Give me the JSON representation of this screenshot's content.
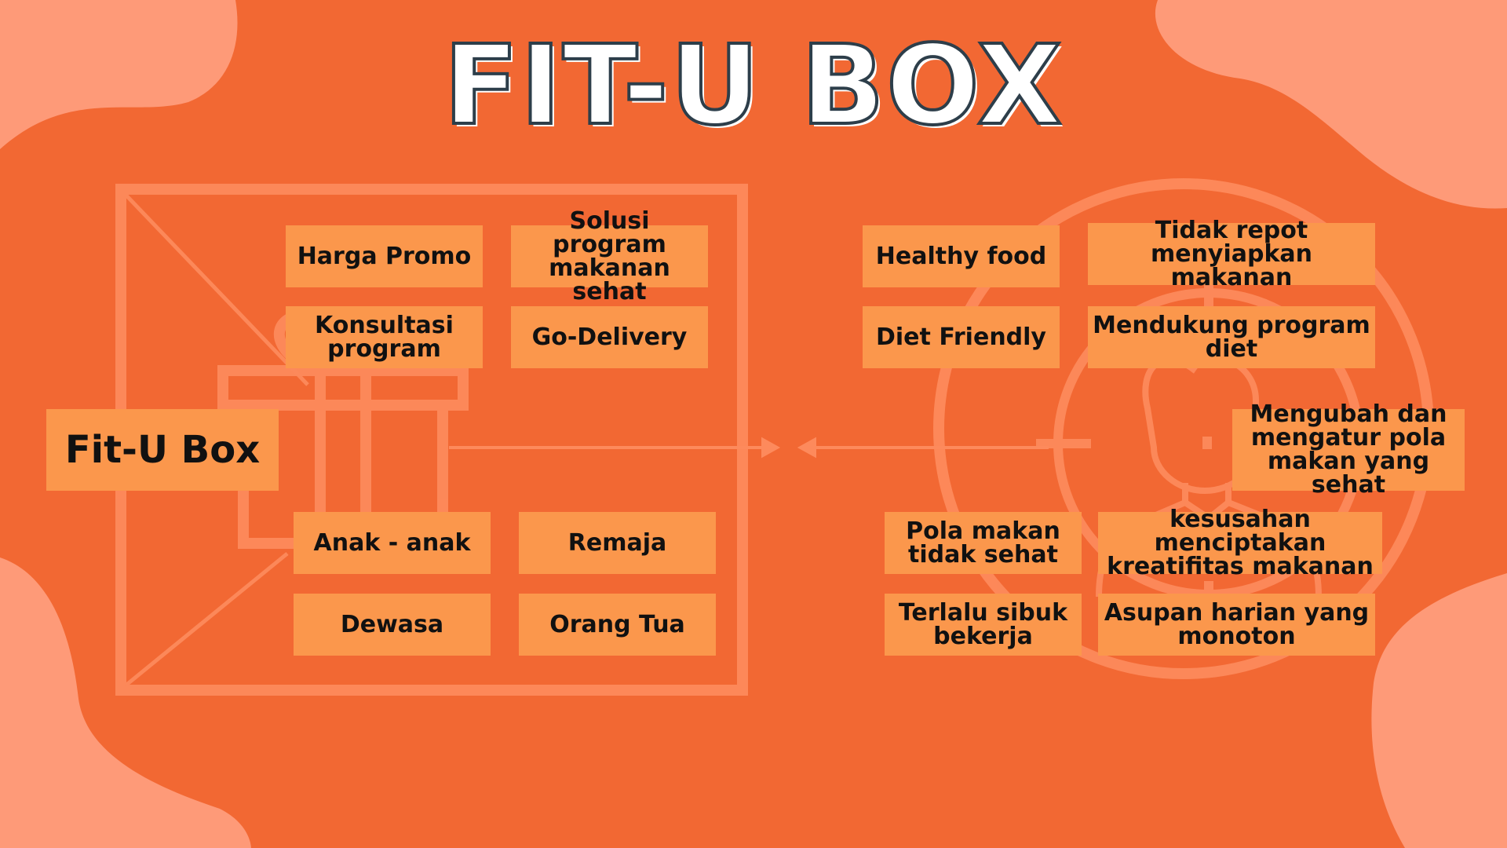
{
  "title": "FIT-U BOX",
  "colors": {
    "background": "#f26833",
    "blob": "#fe9a78",
    "box": "#fb974c",
    "text": "#111111",
    "title_outline": "#2d3e4a"
  },
  "icons": {
    "left": "gift-box-outline-icon",
    "right": "target-person-outline-icon"
  },
  "center": {
    "label": "Fit-U Box"
  },
  "value_proposition": [
    "Harga Promo",
    "Solusi program makanan sehat",
    "Konsultasi program",
    "Go-Delivery"
  ],
  "customer_segments": [
    "Anak - anak",
    "Remaja",
    "Dewasa",
    "Orang Tua"
  ],
  "gains": [
    "Healthy food",
    "Tidak repot menyiapkan makanan",
    "Diet Friendly",
    "Mendukung program diet"
  ],
  "job": "Mengubah dan mengatur pola makan yang sehat",
  "pains": [
    "Pola makan tidak sehat",
    "kesusahan menciptakan kreatifitas makanan",
    "Terlalu sibuk bekerja",
    "Asupan harian yang monoton"
  ]
}
